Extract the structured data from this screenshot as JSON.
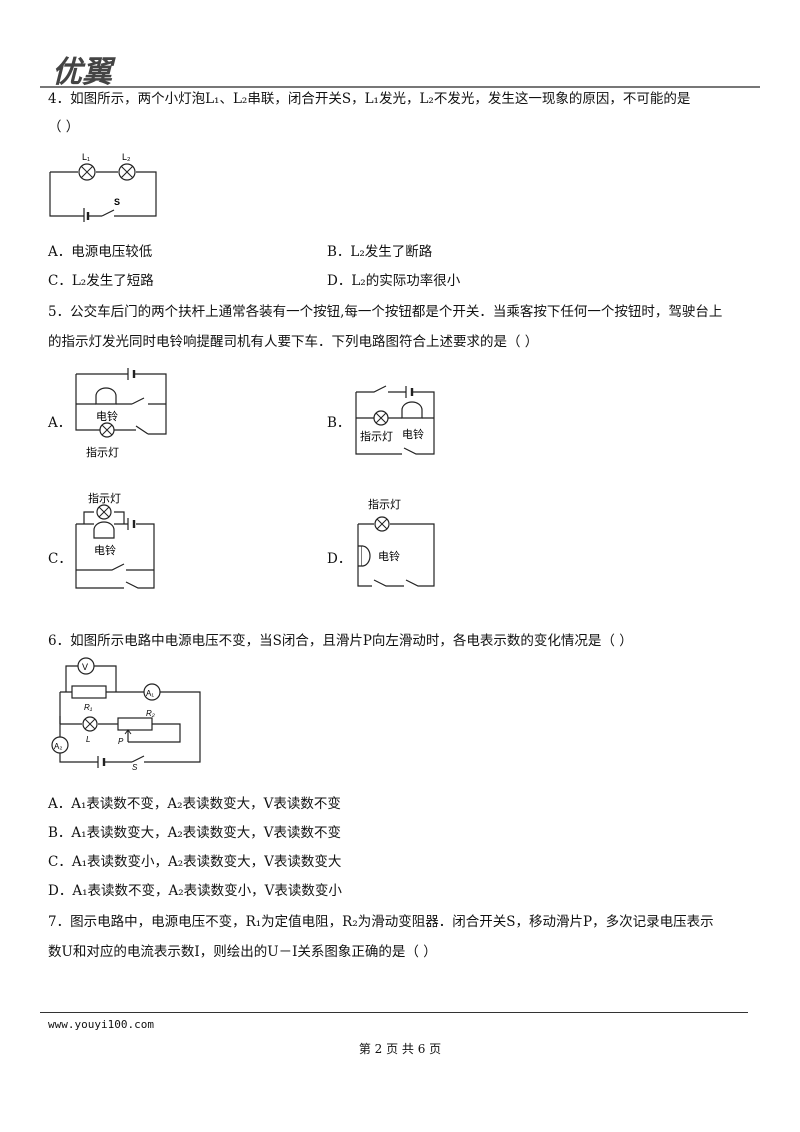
{
  "header": {
    "brand": "优翼"
  },
  "q4": {
    "stem": "4．如图所示，两个小灯泡L₁、L₂串联，闭合开关S，L₁发光，L₂不发光，发生这一现象的原因，不可能的是",
    "bracket": "（    ）",
    "fig": {
      "l1": "L₁",
      "l2": "L₂",
      "s": "S"
    },
    "options": [
      "A．电源电压较低",
      "B．L₂发生了断路",
      "C．L₂发生了短路",
      "D．L₂的实际功率很小"
    ]
  },
  "q5": {
    "stem_line1": "5．公交车后门的两个扶杆上通常各装有一个按钮,每一个按钮都是个开关．当乘客按下任何一个按钮时，驾驶台上",
    "stem_line2": "的指示灯发光同时电铃响提醒司机有人要下车．下列电路图符合上述要求的是（        ）",
    "letters": [
      "A．",
      "B．",
      "C．",
      "D．"
    ],
    "bell": "电铃",
    "lamp": "指示灯"
  },
  "q6": {
    "stem": "6．如图所示电路中电源电压不变，当S闭合，且滑片P向左滑动时，各电表示数的变化情况是（        ）",
    "fig": {
      "v": "V",
      "a1": "A₁",
      "a2": "A₂",
      "r1": "R₁",
      "r2": "R₂",
      "l": "L",
      "p": "P",
      "s": "S"
    },
    "options": [
      "A．A₁表读数不变，A₂表读数变大，V表读数不变",
      "B．A₁表读数变大，A₂表读数变大，V表读数不变",
      "C．A₁表读数变小，A₂表读数变大，V表读数变大",
      "D．A₁表读数不变，A₂表读数变小，V表读数变小"
    ]
  },
  "q7": {
    "stem_line1": "7．图示电路中，电源电压不变，R₁为定值电阻，R₂为滑动变阻器．闭合开关S，移动滑片P，多次记录电压表示",
    "stem_line2": "数U和对应的电流表示数I，则绘出的U－I关系图象正确的是（        ）"
  },
  "footer": {
    "url": "www.youyi100.com",
    "page": "第 2 页 共 6 页"
  }
}
